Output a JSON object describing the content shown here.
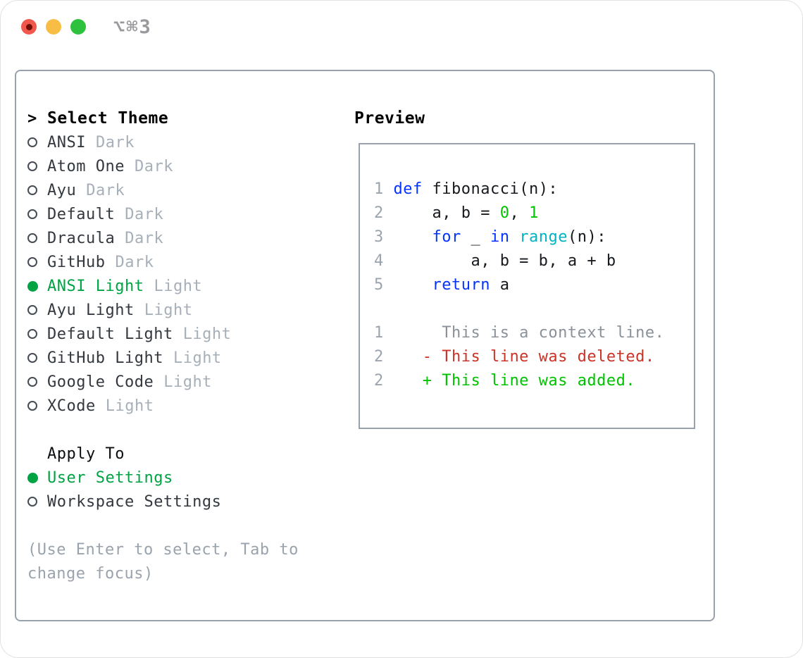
{
  "window": {
    "shortcut_label": "⌥⌘3",
    "controls": [
      "close",
      "minimize",
      "zoom"
    ]
  },
  "colors": {
    "accent_green": "#00a344",
    "keyword_blue": "#0433ff",
    "builtin_cyan": "#00b4c4",
    "number_green": "#00c300",
    "deleted_red": "#cb3327",
    "added_green": "#00c300",
    "muted_gray": "#9aa3ad",
    "variant_gray": "#a7afb9",
    "border_gray": "#98a1ac",
    "traffic_red": "#f0584e",
    "traffic_yellow": "#f7bd45",
    "traffic_green": "#2ec13e"
  },
  "theme_picker": {
    "header": {
      "prefix": ">",
      "label": "Select Theme"
    },
    "themes": [
      {
        "name": "ANSI",
        "variant": "Dark",
        "selected": false
      },
      {
        "name": "Atom One",
        "variant": "Dark",
        "selected": false
      },
      {
        "name": "Ayu",
        "variant": "Dark",
        "selected": false
      },
      {
        "name": "Default",
        "variant": "Dark",
        "selected": false
      },
      {
        "name": "Dracula",
        "variant": "Dark",
        "selected": false
      },
      {
        "name": "GitHub",
        "variant": "Dark",
        "selected": false
      },
      {
        "name": "ANSI Light",
        "variant": "Light",
        "selected": true
      },
      {
        "name": "Ayu Light",
        "variant": "Light",
        "selected": false
      },
      {
        "name": "Default Light",
        "variant": "Light",
        "selected": false
      },
      {
        "name": "GitHub Light",
        "variant": "Light",
        "selected": false
      },
      {
        "name": "Google Code",
        "variant": "Light",
        "selected": false
      },
      {
        "name": "XCode",
        "variant": "Light",
        "selected": false
      }
    ],
    "apply_to": {
      "header": "Apply To",
      "options": [
        {
          "name": "User Settings",
          "selected": true
        },
        {
          "name": "Workspace Settings",
          "selected": false
        }
      ]
    },
    "hint_lines": [
      "(Use Enter to select, Tab to",
      "change focus)"
    ]
  },
  "preview": {
    "title": "Preview",
    "code_lines": [
      {
        "num": "1",
        "tokens": [
          [
            "def",
            "kw"
          ],
          [
            " fibonacci(n):",
            "fg"
          ]
        ]
      },
      {
        "num": "2",
        "tokens": [
          [
            "    a, b = ",
            "fg"
          ],
          [
            "0",
            "lit"
          ],
          [
            ", ",
            "fg"
          ],
          [
            "1",
            "lit"
          ]
        ]
      },
      {
        "num": "3",
        "tokens": [
          [
            "    ",
            "fg"
          ],
          [
            "for",
            "kw"
          ],
          [
            " _ ",
            "fg"
          ],
          [
            "in",
            "kw"
          ],
          [
            " ",
            "fg"
          ],
          [
            "range",
            "bi"
          ],
          [
            "(n):",
            "fg"
          ]
        ]
      },
      {
        "num": "4",
        "tokens": [
          [
            "        a, b = b, a + b",
            "fg"
          ]
        ]
      },
      {
        "num": "5",
        "tokens": [
          [
            "    ",
            "fg"
          ],
          [
            "return",
            "kw"
          ],
          [
            " a",
            "fg"
          ]
        ]
      },
      {
        "num": "",
        "tokens": []
      },
      {
        "num": "1",
        "tokens": [
          [
            "     This is a context line.",
            "ctx"
          ]
        ]
      },
      {
        "num": "2",
        "tokens": [
          [
            "   - This line was deleted.",
            "del"
          ]
        ]
      },
      {
        "num": "2",
        "tokens": [
          [
            "   + This line was added.",
            "add"
          ]
        ]
      }
    ]
  }
}
